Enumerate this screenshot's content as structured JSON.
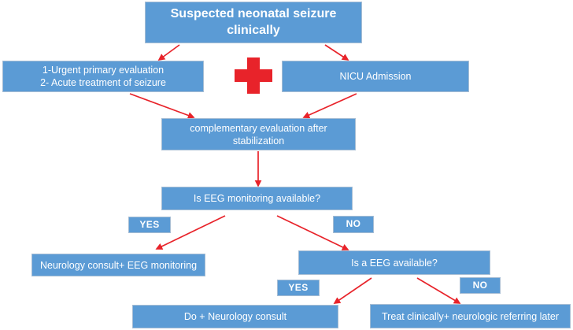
{
  "diagram": {
    "title_node": {
      "label": "Suspected neonatal seizure\nclinically"
    },
    "nodes": [
      {
        "id": "urgent-eval",
        "label": "1-Urgent primary evaluation\n2- Acute treatment of seizure"
      },
      {
        "id": "nicu-admission",
        "label": "NICU Admission"
      },
      {
        "id": "complementary",
        "label": "complementary evaluation after\nstabilization"
      },
      {
        "id": "eeg-monitoring-q",
        "label": "Is EEG monitoring available?"
      },
      {
        "id": "neuro-consult-eeg",
        "label": "Neurology consult+ EEG monitoring"
      },
      {
        "id": "eeg-available-q",
        "label": "Is a EEG available?"
      },
      {
        "id": "do-neuro-consult",
        "label": "Do + Neurology consult"
      },
      {
        "id": "treat-clinically",
        "label": "Treat clinically+ neurologic referring later"
      }
    ],
    "decision_labels": [
      {
        "id": "yes-1",
        "label": "YES"
      },
      {
        "id": "no-1",
        "label": "NO"
      },
      {
        "id": "yes-2",
        "label": "YES"
      },
      {
        "id": "no-2",
        "label": "NO"
      }
    ],
    "icons": [
      {
        "id": "medical-cross",
        "name": "medical-cross-icon",
        "color": "#e8232a"
      }
    ],
    "colors": {
      "node_fill": "#5b9bd5",
      "node_border": "#a6bdd4",
      "node_text": "#ffffff",
      "arrow": "#e8232a",
      "background": "#ffffff"
    }
  }
}
